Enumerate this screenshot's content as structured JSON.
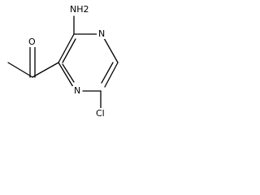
{
  "molecule": {
    "atoms": {
      "amine": "NH2",
      "oxygen": "O",
      "ring_n_top": "N",
      "ring_n_bottom": "N",
      "chlorine": "Cl"
    }
  }
}
